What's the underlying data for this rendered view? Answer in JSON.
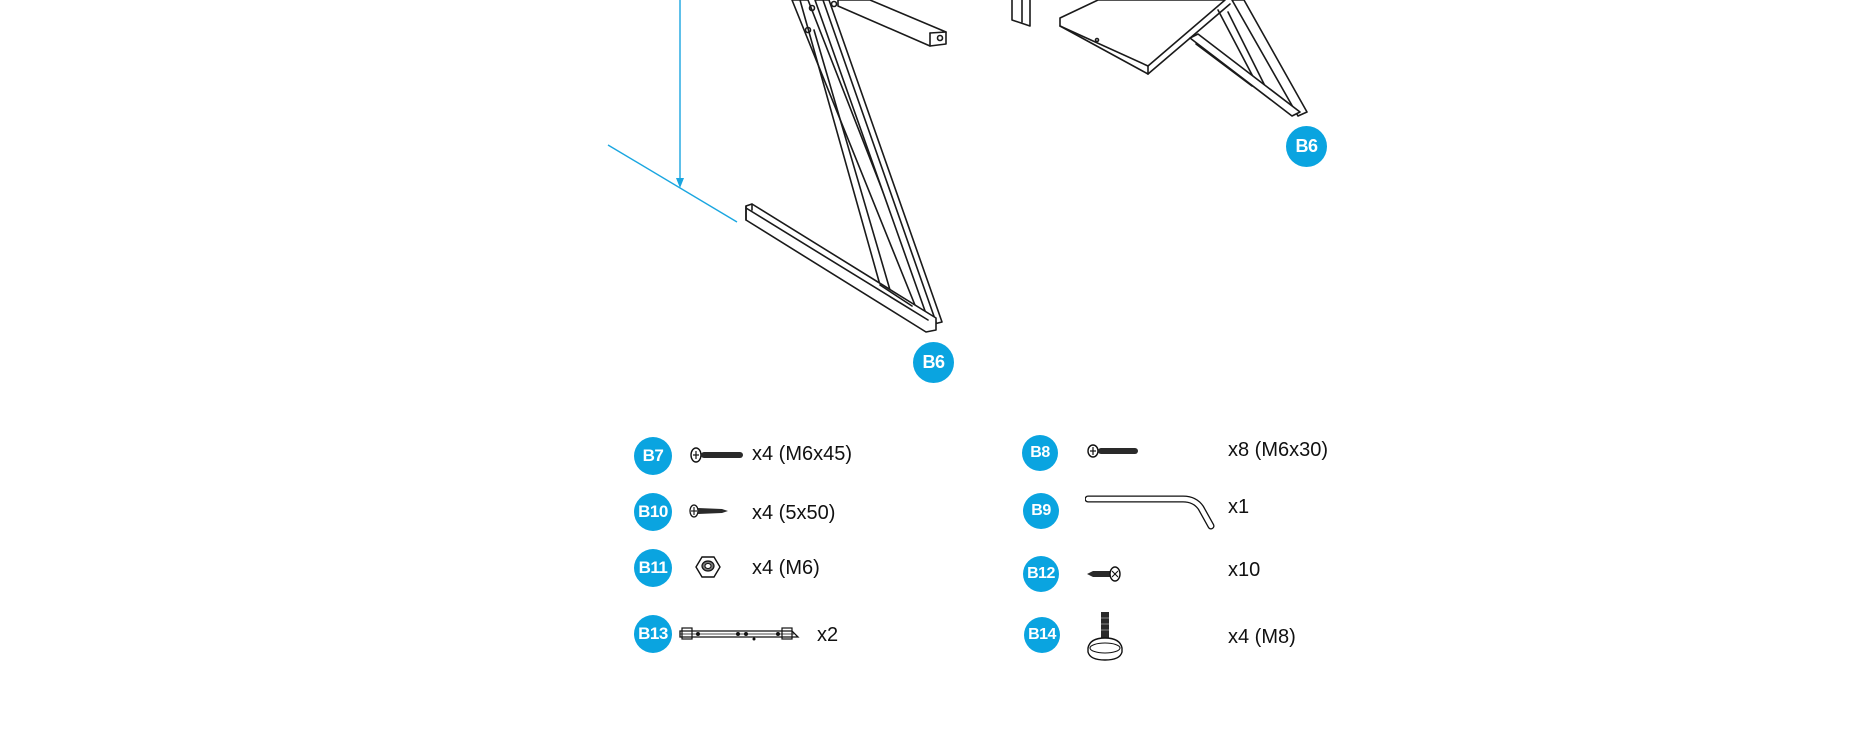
{
  "diagram": {
    "callouts": {
      "leg_right": "B6",
      "leg_left": "B6"
    },
    "accent_color": "#0aa4e0",
    "line_color": "#1a1a1a",
    "hardware": [
      {
        "id": "B7",
        "icon": "long-bolt-icon",
        "qty": "x4 (M6x45)"
      },
      {
        "id": "B10",
        "icon": "wood-screw-icon",
        "qty": "x4 (5x50)"
      },
      {
        "id": "B11",
        "icon": "hex-nut-icon",
        "qty": "x4 (M6)"
      },
      {
        "id": "B13",
        "icon": "metal-bracket-icon",
        "qty": "x2"
      },
      {
        "id": "B8",
        "icon": "bolt-icon",
        "qty": "x8 (M6x30)"
      },
      {
        "id": "B9",
        "icon": "allen-key-icon",
        "qty": "x1"
      },
      {
        "id": "B12",
        "icon": "short-screw-icon",
        "qty": "x10"
      },
      {
        "id": "B14",
        "icon": "leveling-foot-icon",
        "qty": "x4 (M8)"
      }
    ]
  }
}
